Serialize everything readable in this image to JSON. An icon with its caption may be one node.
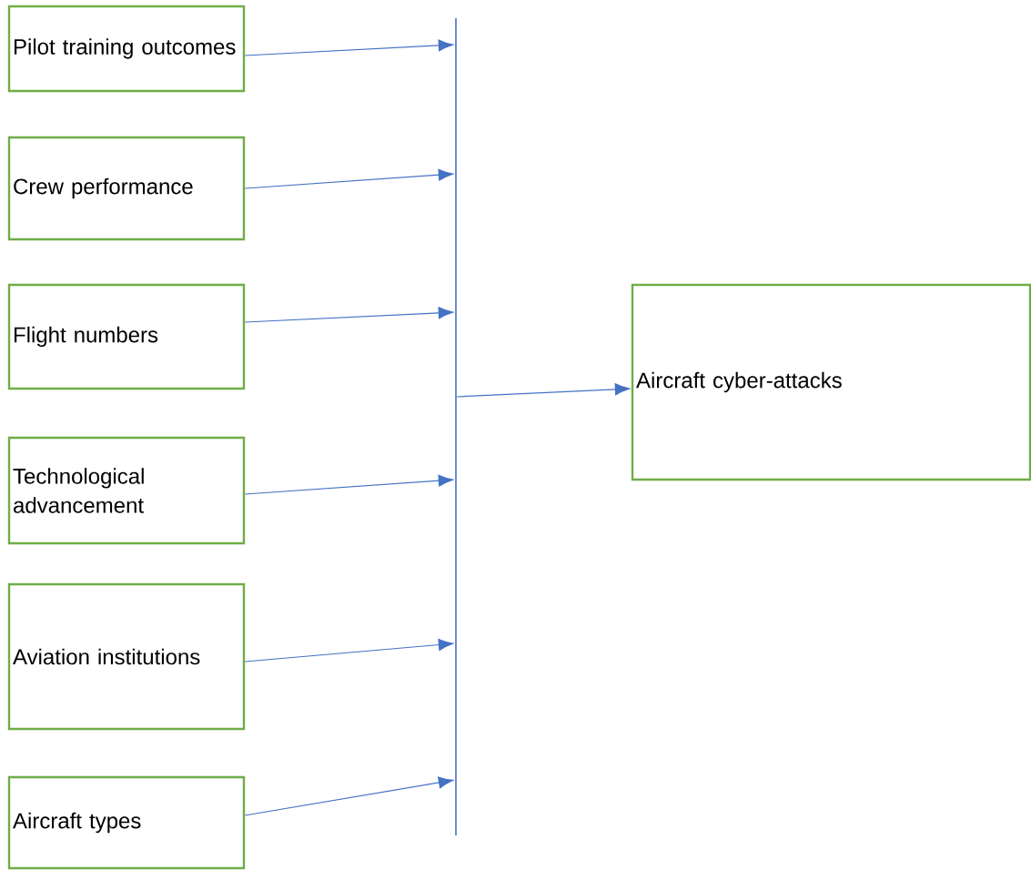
{
  "diagram": {
    "nodes": [
      {
        "text": [
          "Pilot training outcomes"
        ]
      },
      {
        "text": [
          "Crew performance"
        ]
      },
      {
        "text": [
          "Flight numbers"
        ]
      },
      {
        "text": [
          "Technological advancement"
        ]
      },
      {
        "text": [
          "Aviation institutions"
        ]
      },
      {
        "text": [
          "Aircraft types"
        ]
      },
      {
        "text": [],
        "shape": "bar"
      },
      {
        "text": [
          "Aircraft cyber-attacks"
        ]
      }
    ],
    "edges": [
      {
        "from": 0,
        "to": 6,
        "arrow": "to"
      },
      {
        "from": 1,
        "to": 6,
        "arrow": "to"
      },
      {
        "from": 2,
        "to": 6,
        "arrow": "to"
      },
      {
        "from": 3,
        "to": 6,
        "arrow": "to"
      },
      {
        "from": 4,
        "to": 6,
        "arrow": "to"
      },
      {
        "from": 5,
        "to": 6,
        "arrow": "to"
      },
      {
        "from": 6,
        "to": 7,
        "arrow": "to"
      }
    ]
  }
}
